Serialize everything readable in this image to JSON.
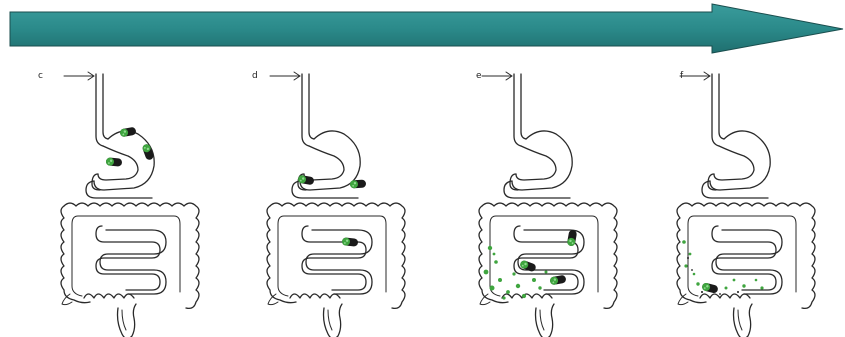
{
  "arrow": {
    "color": "#2b8a8a",
    "edge_color": "#1a4e4e",
    "direction": "left-to-right"
  },
  "panels": [
    {
      "label": "c",
      "capsule_stage": "stomach"
    },
    {
      "label": "d",
      "capsule_stage": "duodenum-and-small-intestine"
    },
    {
      "label": "e",
      "capsule_stage": "ileum-colon-release"
    },
    {
      "label": "f",
      "capsule_stage": "colon-dispersed"
    }
  ],
  "colors": {
    "capsule_dark": "#1a1a1a",
    "drug_green": "#3fa53f",
    "outline": "#2a2a2a"
  }
}
